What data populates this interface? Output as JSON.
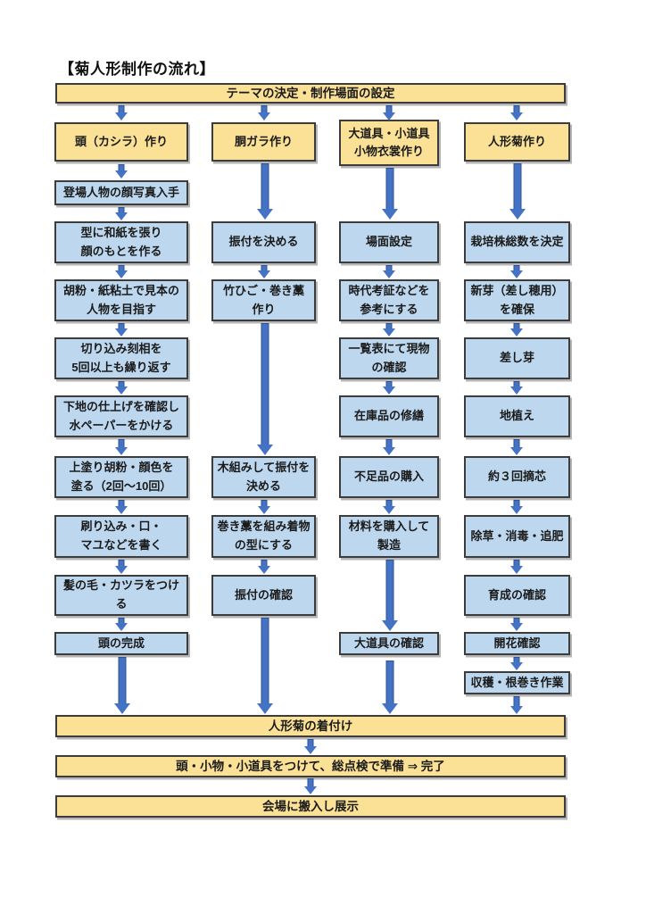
{
  "title": "【菊人形制作の流れ】",
  "top_banner": "テーマの決定・制作場面の設定",
  "columns": [
    {
      "header": "頭（カシラ）作り",
      "steps": [
        "登場人物の顔写真入手",
        "型に和紙を張り\n顔のもとを作る",
        "胡粉・紙粘土で見本の\n人物を目指す",
        "切り込み刻相を\n5回以上も繰り返す",
        "下地の仕上げを確認し\n水ペーパーをかける",
        "上塗り胡粉・顔色を\n塗る（2回～10回）",
        "刷り込み・口・\nマユなどを書く",
        "髪の毛・カツラをつけ\nる",
        "頭の完成"
      ]
    },
    {
      "header": "胴ガラ作り",
      "steps": [
        "振付を決める",
        "竹ひご・巻き藁\n作り",
        "木組みして振付を\n決める",
        "巻き藁を組み着物\nの型にする",
        "振付の確認"
      ]
    },
    {
      "header": "大道具・小道具\n小物衣裳作り",
      "steps": [
        "場面設定",
        "時代考証などを\n参考にする",
        "一覧表にて現物\nの確認",
        "在庫品の修繕",
        "不足品の購入",
        "材料を購入して\n製造",
        "大道具の確認"
      ]
    },
    {
      "header": "人形菊作り",
      "steps": [
        "栽培株総数を決定",
        "新芽（差し穂用）\nを確保",
        "差し芽",
        "地植え",
        "約３回摘芯",
        "除草・消毒・追肥",
        "育成の確認",
        "開花確認",
        "収穫・根巻き作業"
      ]
    }
  ],
  "bottom_banners": [
    "人形菊の着付け",
    "頭・小物・小道具をつけて、総点検で準備 ⇒ 完了",
    "会場に搬入し展示"
  ],
  "colors": {
    "banner_fill": "#FAE195",
    "box_fill": "#BDD7EE",
    "arrow_fill": "#4472C4",
    "arrow_stroke": "#2F528F",
    "box_border": "#3C3C3C"
  }
}
